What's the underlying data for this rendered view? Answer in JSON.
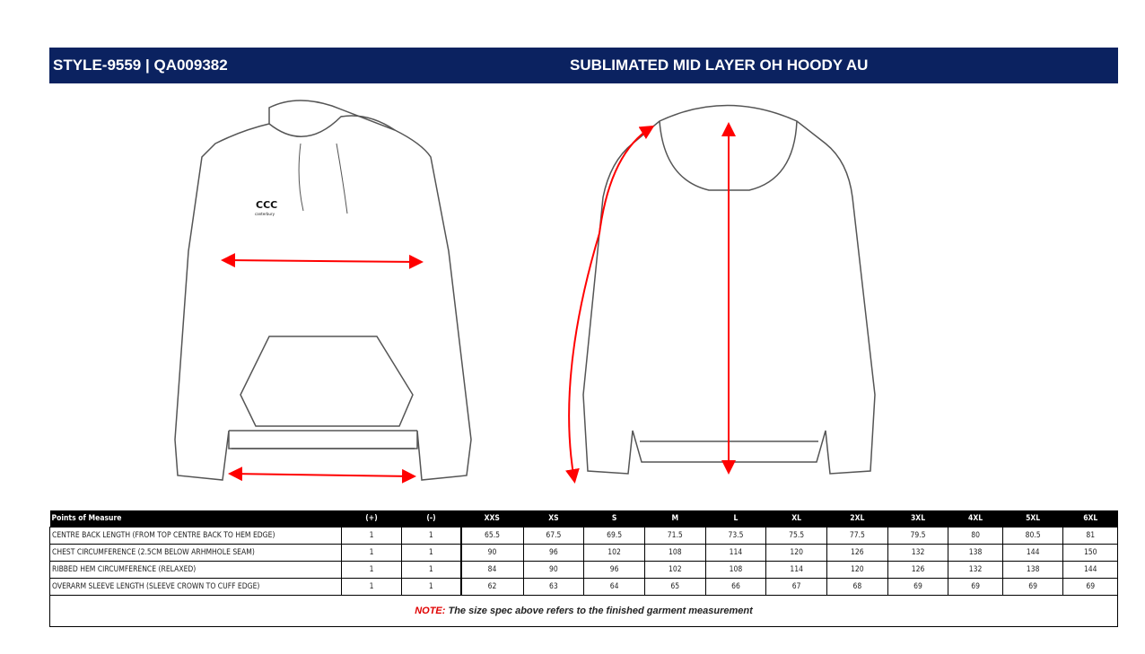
{
  "header": {
    "style": "STYLE-9559 | QA009382",
    "title": "SUBLIMATED MID LAYER OH HOODY AU"
  },
  "logo_text": "canterbury",
  "table": {
    "columns": [
      "Points of Measure",
      "(+)",
      "(-)",
      "XXS",
      "XS",
      "S",
      "M",
      "L",
      "XL",
      "2XL",
      "3XL",
      "4XL",
      "5XL",
      "6XL"
    ],
    "rows": [
      [
        "CENTRE BACK LENGTH (FROM TOP CENTRE BACK TO HEM EDGE)",
        "1",
        "1",
        "65.5",
        "67.5",
        "69.5",
        "71.5",
        "73.5",
        "75.5",
        "77.5",
        "79.5",
        "80",
        "80.5",
        "81"
      ],
      [
        "CHEST CIRCUMFERENCE (2.5CM BELOW ARHMHOLE SEAM)",
        "1",
        "1",
        "90",
        "96",
        "102",
        "108",
        "114",
        "120",
        "126",
        "132",
        "138",
        "144",
        "150"
      ],
      [
        "RIBBED HEM  CIRCUMFERENCE (RELAXED)",
        "1",
        "1",
        "84",
        "90",
        "96",
        "102",
        "108",
        "114",
        "120",
        "126",
        "132",
        "138",
        "144"
      ],
      [
        "OVERARM SLEEVE LENGTH (SLEEVE CROWN TO CUFF EDGE)",
        "1",
        "1",
        "62",
        "63",
        "64",
        "65",
        "66",
        "67",
        "68",
        "69",
        "69",
        "69",
        "69"
      ]
    ],
    "note_label": "NOTE:",
    "note_text": " The size spec above refers to the finished garment measurement"
  },
  "colors": {
    "banner": "#0b2260",
    "arrow": "#ff0000"
  }
}
